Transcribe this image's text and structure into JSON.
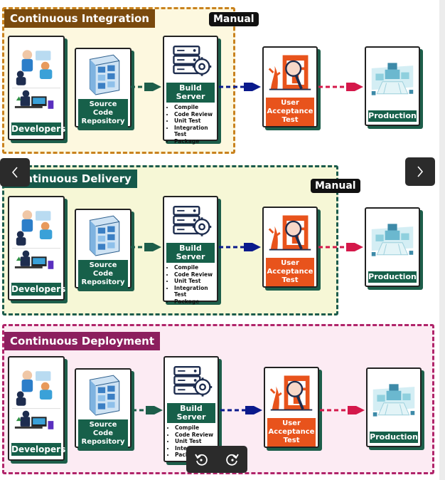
{
  "sections": [
    {
      "title": "Continuous Integration",
      "manual_label": "Manual"
    },
    {
      "title": "Continuous Delivery",
      "manual_label": "Manual"
    },
    {
      "title": "Continuous Deployment"
    }
  ],
  "stages": {
    "developers": "Developers",
    "source_line1": "Source Code",
    "source_line2": "Repository",
    "build_line1": "Build",
    "build_line2": "Server",
    "build_steps": [
      "Compile",
      "Code Review",
      "Unit Test",
      "Integration Test",
      "Package"
    ],
    "build_steps_partial": [
      "Compile",
      "Code Review",
      "Unit Test",
      "Integ",
      "Pack"
    ],
    "uat_line1": "User",
    "uat_line2": "Acceptance",
    "uat_line3": "Test",
    "production": "Production"
  },
  "navigation": {
    "prev_icon": "chevron-left-icon",
    "next_icon": "chevron-right-icon",
    "rotate_left_icon": "rotate-left-icon",
    "rotate_right_icon": "rotate-right-icon"
  },
  "colors": {
    "ci_border": "#c9821e",
    "ci_title": "#7a4a0e",
    "cd_border": "#1c5c4c",
    "cd_title": "#16594a",
    "deploy_border": "#b0246a",
    "deploy_title": "#8c1f5e",
    "stage_label": "#17604a",
    "uat_label": "#e8531c",
    "arrow_green": "#1d5e4a",
    "arrow_blue": "#0a1a8c",
    "arrow_red": "#d4184a"
  }
}
